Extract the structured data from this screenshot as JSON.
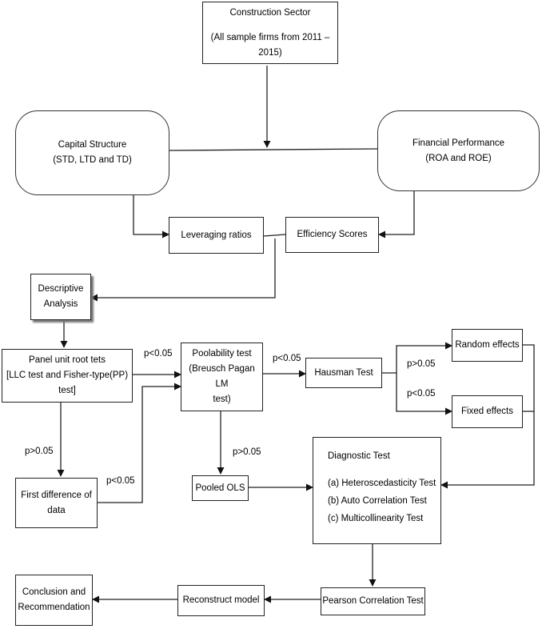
{
  "nodes": {
    "construction": {
      "line1": "Construction Sector",
      "line2": "(All sample firms from 2011 – 2015)"
    },
    "capital": {
      "line1": "Capital Structure",
      "line2": "(STD, LTD and TD)"
    },
    "financial": {
      "line1": "Financial Performance",
      "line2": "(ROA and ROE)"
    },
    "leveraging": {
      "line1": "Leveraging ratios"
    },
    "efficiency": {
      "line1": "Efficiency Scores"
    },
    "descriptive": {
      "line1": "Descriptive",
      "line2": "Analysis"
    },
    "panel": {
      "line1": "Panel unit root tets",
      "line2": "[LLC test and Fisher-type(PP) test]"
    },
    "poolability": {
      "line1": "Poolability test",
      "line2": "(Breusch Pagan LM",
      "line3": "test)"
    },
    "hausman": {
      "line1": "Hausman Test"
    },
    "random": {
      "line1": "Random effects"
    },
    "fixed": {
      "line1": "Fixed  effects"
    },
    "firstdiff": {
      "line1": "First difference of",
      "line2": "data"
    },
    "pooled": {
      "line1": "Pooled OLS"
    },
    "diagnostic": {
      "title": "Diagnostic Test",
      "items": [
        "(a)  Heteroscedasticity Test",
        "(b)  Auto Correlation Test",
        "(c)  Multicollinearity Test"
      ]
    },
    "conclusion": {
      "line1": "Conclusion and",
      "line2": "Recommendation"
    },
    "reconstruct": {
      "line1": "Reconstruct model"
    },
    "pearson": {
      "line1": "Pearson Correlation Test"
    }
  },
  "edge_labels": {
    "panel_to_pool": "p<0.05",
    "pool_to_hausman": "p<0.05",
    "hausman_to_random": "p>0.05",
    "hausman_to_fixed": "p<0.05",
    "panel_to_firstdiff": "p>0.05",
    "firstdiff_to_pool": "p<0.05",
    "pool_to_pooled": "p>0.05"
  }
}
